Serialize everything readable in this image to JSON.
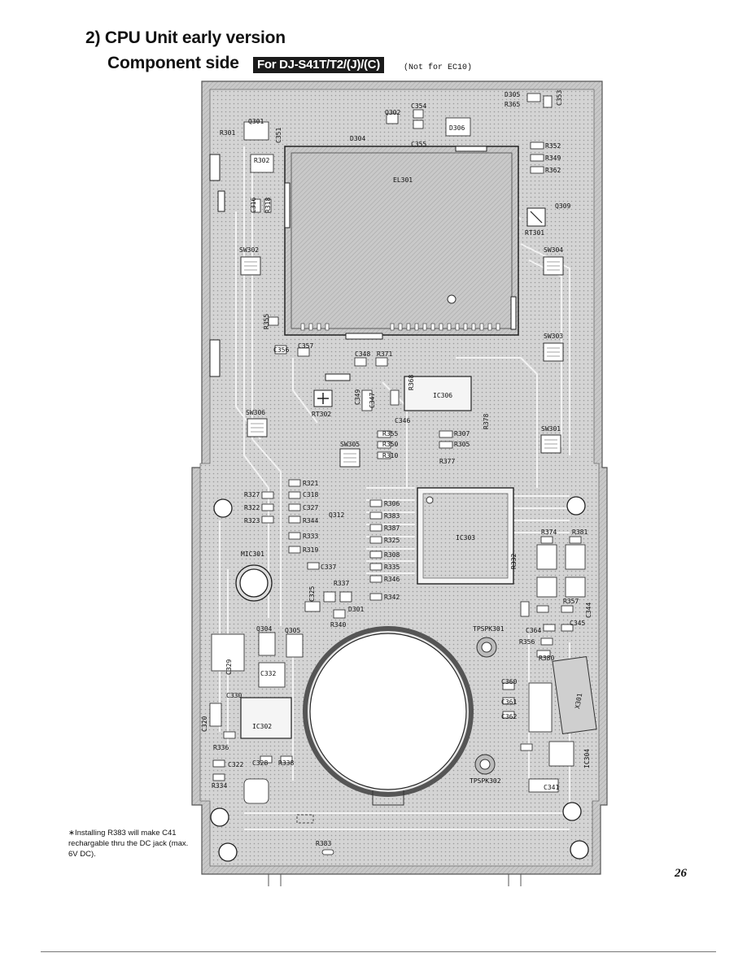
{
  "header": {
    "title": "2) CPU Unit early version",
    "subtitle": "Component side",
    "model_badge": "For DJ-S41T/T2/(J)/(C)",
    "note": "(Not for EC10)"
  },
  "footnote": "∗Installing R383 will make C41 rechargable thru the DC jack (max. 6V DC).",
  "page_number": "26",
  "components": [
    {
      "id": "d305",
      "text": "D305"
    },
    {
      "id": "r365",
      "text": "R365"
    },
    {
      "id": "c353",
      "text": "C353"
    },
    {
      "id": "q302",
      "text": "Q302"
    },
    {
      "id": "c354",
      "text": "C354"
    },
    {
      "id": "c355",
      "text": "C355"
    },
    {
      "id": "d306",
      "text": "D306"
    },
    {
      "id": "q301",
      "text": "Q301"
    },
    {
      "id": "r301",
      "text": "R301"
    },
    {
      "id": "c351",
      "text": "C351"
    },
    {
      "id": "d304",
      "text": "D304"
    },
    {
      "id": "r302",
      "text": "R302"
    },
    {
      "id": "r352",
      "text": "R352"
    },
    {
      "id": "r349",
      "text": "R349"
    },
    {
      "id": "r362",
      "text": "R362"
    },
    {
      "id": "el301",
      "text": "EL301"
    },
    {
      "id": "c316",
      "text": "C316"
    },
    {
      "id": "r318",
      "text": "R318"
    },
    {
      "id": "q309",
      "text": "Q309"
    },
    {
      "id": "rt301",
      "text": "RT301"
    },
    {
      "id": "sw302",
      "text": "SW302"
    },
    {
      "id": "sw304",
      "text": "SW304"
    },
    {
      "id": "r355",
      "text": "R355"
    },
    {
      "id": "sw303",
      "text": "SW303"
    },
    {
      "id": "c356",
      "text": "C356"
    },
    {
      "id": "c357",
      "text": "C357"
    },
    {
      "id": "c348",
      "text": "C348"
    },
    {
      "id": "r371",
      "text": "R371"
    },
    {
      "id": "r368",
      "text": "R368"
    },
    {
      "id": "c349",
      "text": "C349"
    },
    {
      "id": "c347",
      "text": "C347"
    },
    {
      "id": "ic306",
      "text": "IC306"
    },
    {
      "id": "rt302",
      "text": "RT302"
    },
    {
      "id": "sw306",
      "text": "SW306"
    },
    {
      "id": "c346",
      "text": "C346"
    },
    {
      "id": "r378",
      "text": "R378"
    },
    {
      "id": "sw301",
      "text": "SW301"
    },
    {
      "id": "r355b",
      "text": "R355"
    },
    {
      "id": "r307",
      "text": "R307"
    },
    {
      "id": "sw305",
      "text": "SW305"
    },
    {
      "id": "r350",
      "text": "R350"
    },
    {
      "id": "r305",
      "text": "R305"
    },
    {
      "id": "r310",
      "text": "R310"
    },
    {
      "id": "r377",
      "text": "R377"
    },
    {
      "id": "r321",
      "text": "R321"
    },
    {
      "id": "r327",
      "text": "R327"
    },
    {
      "id": "c318",
      "text": "C318"
    },
    {
      "id": "r322",
      "text": "R322"
    },
    {
      "id": "c327",
      "text": "C327"
    },
    {
      "id": "r323",
      "text": "R323"
    },
    {
      "id": "r344",
      "text": "R344"
    },
    {
      "id": "q312",
      "text": "Q312"
    },
    {
      "id": "r333",
      "text": "R333"
    },
    {
      "id": "r319",
      "text": "R319"
    },
    {
      "id": "r306",
      "text": "R306"
    },
    {
      "id": "r383a",
      "text": "R383"
    },
    {
      "id": "r387",
      "text": "R387"
    },
    {
      "id": "r325",
      "text": "R325"
    },
    {
      "id": "ic303",
      "text": "IC303"
    },
    {
      "id": "r374",
      "text": "R374"
    },
    {
      "id": "r381",
      "text": "R381"
    },
    {
      "id": "mic301",
      "text": "MIC301"
    },
    {
      "id": "c337",
      "text": "C337"
    },
    {
      "id": "r308",
      "text": "R308"
    },
    {
      "id": "r335",
      "text": "R335"
    },
    {
      "id": "r346",
      "text": "R346"
    },
    {
      "id": "r332",
      "text": "R332"
    },
    {
      "id": "c325",
      "text": "C325"
    },
    {
      "id": "r337",
      "text": "R337"
    },
    {
      "id": "r342",
      "text": "R342"
    },
    {
      "id": "d301",
      "text": "D301"
    },
    {
      "id": "r340",
      "text": "R340"
    },
    {
      "id": "r357",
      "text": "R357"
    },
    {
      "id": "c344",
      "text": "C344"
    },
    {
      "id": "c345",
      "text": "C345"
    },
    {
      "id": "q304",
      "text": "Q304"
    },
    {
      "id": "q305",
      "text": "Q305"
    },
    {
      "id": "tpspk301",
      "text": "TPSPK301"
    },
    {
      "id": "c364",
      "text": "C364"
    },
    {
      "id": "r356",
      "text": "R356"
    },
    {
      "id": "r380",
      "text": "R380"
    },
    {
      "id": "c329",
      "text": "C329"
    },
    {
      "id": "c330",
      "text": "C330"
    },
    {
      "id": "c332",
      "text": "C332"
    },
    {
      "id": "c360",
      "text": "C360"
    },
    {
      "id": "c361",
      "text": "C361"
    },
    {
      "id": "c362",
      "text": "C362"
    },
    {
      "id": "x301",
      "text": "X301"
    },
    {
      "id": "c320",
      "text": "C320"
    },
    {
      "id": "ic302",
      "text": "IC302"
    },
    {
      "id": "r336",
      "text": "R336"
    },
    {
      "id": "c322",
      "text": "C322"
    },
    {
      "id": "c328",
      "text": "C328"
    },
    {
      "id": "r338",
      "text": "R338"
    },
    {
      "id": "r334",
      "text": "R334"
    },
    {
      "id": "tpspk302",
      "text": "TPSPK302"
    },
    {
      "id": "c341",
      "text": "C341"
    },
    {
      "id": "ic304",
      "text": "IC304"
    },
    {
      "id": "r383b",
      "text": "R383"
    }
  ]
}
